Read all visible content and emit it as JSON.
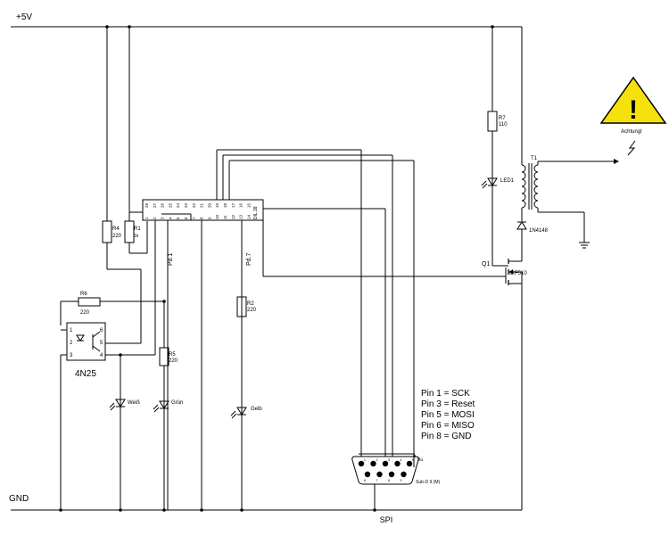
{
  "rails": {
    "vcc": "+5V",
    "gnd": "GND"
  },
  "ic": {
    "package": "DIL 28",
    "top_pins": [
      "28",
      "27",
      "26",
      "25",
      "24",
      "23",
      "22",
      "21",
      "20",
      "19",
      "18",
      "17",
      "16",
      "15"
    ],
    "bottom_pins": [
      "1",
      "2",
      "3",
      "4",
      "5",
      "6",
      "7",
      "8",
      "9",
      "10",
      "11",
      "12",
      "13",
      "14"
    ]
  },
  "nets": {
    "pd1": "Pd.1",
    "pd7": "Pd.7"
  },
  "resistors": {
    "r1": {
      "name": "R1",
      "value": "1k"
    },
    "r4": {
      "name": "R4",
      "value": "220"
    },
    "r6": {
      "name": "R6",
      "value": "220"
    },
    "r5": {
      "name": "R5",
      "value": "220"
    },
    "r2": {
      "name": "R2",
      "value": "220"
    },
    "r7": {
      "name": "R7",
      "value": "110"
    }
  },
  "leds": {
    "weiss": "Weiß",
    "gruen": "Grün",
    "gelb": "Gelb",
    "led1": "LED1"
  },
  "optocoupler": {
    "name": "4N25",
    "pins": [
      "1",
      "2",
      "3",
      "4",
      "5",
      "6"
    ]
  },
  "transistor": {
    "name": "Q1",
    "type": "IRF510"
  },
  "transformer": {
    "name": "T1"
  },
  "diode": {
    "name": "1N4148"
  },
  "warning": {
    "symbol": "!",
    "label": "Achtung!"
  },
  "connector": {
    "gender": "Bu",
    "label": "Sub-D 9 (M)",
    "name": "SPI",
    "top_pins": [
      "1",
      "2",
      "3",
      "4",
      "5"
    ],
    "bottom_pins": [
      "6",
      "7",
      "8",
      "9"
    ]
  },
  "pin_legend": [
    "Pin 1 = SCK",
    "Pin 3 = Reset",
    "Pin 5 = MOSI",
    "Pin 6 = MISO",
    "Pin 8 = GND"
  ],
  "colors": {
    "wire": "#000000",
    "warning_fill": "#f5e10c",
    "background": "#ffffff"
  }
}
